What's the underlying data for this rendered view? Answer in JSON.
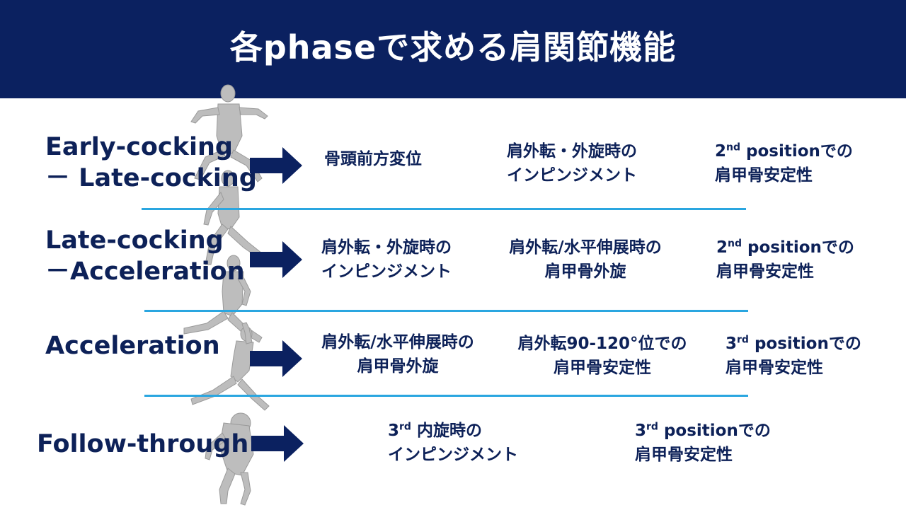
{
  "title": "各phaseで求める肩関節機能",
  "colors": {
    "header_bg": "#0b2160",
    "text": "#0d2158",
    "divider": "#2aa6e0",
    "arrow": "#0b2160"
  },
  "rows": [
    {
      "phase_lines": [
        "Early-cocking",
        "－ Late-cocking"
      ],
      "cells": [
        {
          "lines": [
            "骨頭前方変位"
          ]
        },
        {
          "lines": [
            "肩外転・外旋時の",
            "インピンジメント"
          ]
        },
        {
          "ord": "2",
          "sup": "nd",
          "line1_rest": " positionでの",
          "line2": "肩甲骨安定性"
        }
      ]
    },
    {
      "phase_lines": [
        "Late-cocking",
        "－Acceleration"
      ],
      "cells": [
        {
          "lines": [
            "肩外転・外旋時の",
            "インピンジメント"
          ]
        },
        {
          "lines": [
            "肩外転/水平伸展時の",
            "肩甲骨外旋"
          ]
        },
        {
          "ord": "2",
          "sup": "nd",
          "line1_rest": " positionでの",
          "line2": "肩甲骨安定性"
        }
      ]
    },
    {
      "phase_lines": [
        "Acceleration"
      ],
      "cells": [
        {
          "lines": [
            "肩外転/水平伸展時の",
            "肩甲骨外旋"
          ]
        },
        {
          "lines": [
            "肩外転90-120°位での",
            "肩甲骨安定性"
          ]
        },
        {
          "ord": "3",
          "sup": "rd",
          "line1_rest": " positionでの",
          "line2": "肩甲骨安定性"
        }
      ]
    },
    {
      "phase_lines": [
        "Follow-through"
      ],
      "cells": [
        {
          "ord": "3",
          "sup": "rd",
          "line1_rest": " 内旋時の",
          "line2": "インピンジメント"
        },
        {
          "ord": "3",
          "sup": "rd",
          "line1_rest": " positionでの",
          "line2": "肩甲骨安定性"
        }
      ]
    }
  ],
  "figure_icon": "pitcher-figure-sequence",
  "arrow_icon": "right-arrow-icon"
}
